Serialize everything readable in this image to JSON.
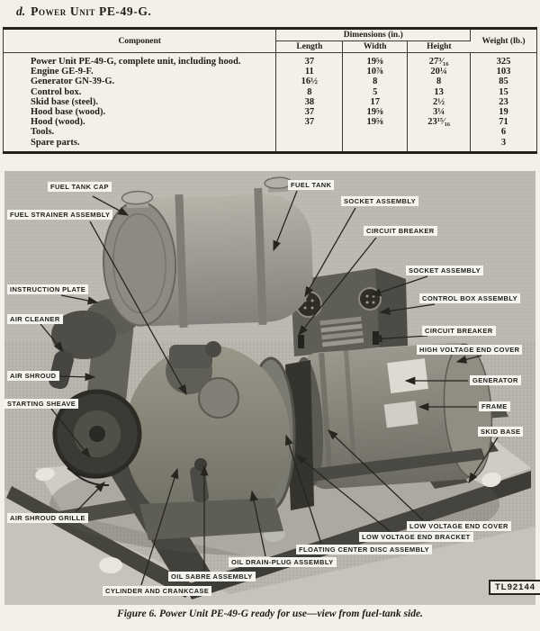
{
  "colors": {
    "paper": "#f2f0e8",
    "photo_bg": "#b6b4ab",
    "ink": "#1d1c18"
  },
  "heading": {
    "letter": "d.",
    "title": "Power Unit PE-49-G."
  },
  "table": {
    "component_header": "Component",
    "dimensions_header": "Dimensions (in.)",
    "weight_header": "Weight (lb.)",
    "dim_columns": [
      "Length",
      "Width",
      "Height"
    ],
    "rows": [
      {
        "component": "Power Unit PE-49-G, complete unit, including hood.",
        "length": "37",
        "width": "19⅝",
        "height": "27³⁄₁₆",
        "weight": "325"
      },
      {
        "component": "Engine GE-9-F.",
        "length": "11",
        "width": "10⅞",
        "height": "20¼",
        "weight": "103"
      },
      {
        "component": "Generator GN-39-G.",
        "length": "16½",
        "width": "8",
        "height": "8",
        "weight": "85"
      },
      {
        "component": "Control box.",
        "length": "8",
        "width": "5",
        "height": "13",
        "weight": "15"
      },
      {
        "component": "Skid base (steel).",
        "length": "38",
        "width": "17",
        "height": "2½",
        "weight": "23"
      },
      {
        "component": "Hood base (wood).",
        "length": "37",
        "width": "19⅝",
        "height": "3¼",
        "weight": "19"
      },
      {
        "component": "Hood (wood).",
        "length": "37",
        "width": "19⅝",
        "height": "23¹⁵⁄₁₆",
        "weight": "71"
      },
      {
        "component": "Tools.",
        "length": "",
        "width": "",
        "height": "",
        "weight": "6"
      },
      {
        "component": "Spare parts.",
        "length": "",
        "width": "",
        "height": "",
        "weight": "3"
      }
    ]
  },
  "figure": {
    "photo_id": "TL92144",
    "caption": "Figure 6. Power Unit PE-49-G ready for use—view from fuel-tank side.",
    "labels": [
      {
        "id": "fuel-tank-cap",
        "text": "FUEL TANK CAP"
      },
      {
        "id": "fuel-tank",
        "text": "FUEL TANK"
      },
      {
        "id": "socket-assembly-1",
        "text": "SOCKET ASSEMBLY"
      },
      {
        "id": "circuit-breaker-1",
        "text": "CIRCUIT BREAKER"
      },
      {
        "id": "fuel-strainer-assembly",
        "text": "FUEL STRAINER ASSEMBLY"
      },
      {
        "id": "socket-assembly-2",
        "text": "SOCKET ASSEMBLY"
      },
      {
        "id": "control-box-assembly",
        "text": "CONTROL BOX ASSEMBLY"
      },
      {
        "id": "instruction-plate",
        "text": "INSTRUCTION PLATE"
      },
      {
        "id": "circuit-breaker-2",
        "text": "CIRCUIT BREAKER"
      },
      {
        "id": "high-voltage-end-cover",
        "text": "HIGH VOLTAGE END COVER"
      },
      {
        "id": "air-cleaner",
        "text": "AIR CLEANER"
      },
      {
        "id": "air-shroud",
        "text": "AIR SHROUD"
      },
      {
        "id": "generator",
        "text": "GENERATOR"
      },
      {
        "id": "starting-sheave",
        "text": "STARTING SHEAVE"
      },
      {
        "id": "frame",
        "text": "FRAME"
      },
      {
        "id": "skid-base",
        "text": "SKID BASE"
      },
      {
        "id": "air-shroud-grille",
        "text": "AIR SHROUD GRILLE"
      },
      {
        "id": "low-voltage-end-cover",
        "text": "LOW VOLTAGE END COVER"
      },
      {
        "id": "low-voltage-end-bracket",
        "text": "LOW VOLTAGE END BRACKET"
      },
      {
        "id": "floating-center-disc-assembly",
        "text": "FLOATING CENTER DISC ASSEMBLY"
      },
      {
        "id": "oil-drain-plug-assembly",
        "text": "OIL DRAIN-PLUG ASSEMBLY"
      },
      {
        "id": "oil-sabre-assembly",
        "text": "OIL SABRE ASSEMBLY"
      },
      {
        "id": "cylinder-and-crankcase",
        "text": "CYLINDER AND CRANKCASE"
      }
    ]
  }
}
